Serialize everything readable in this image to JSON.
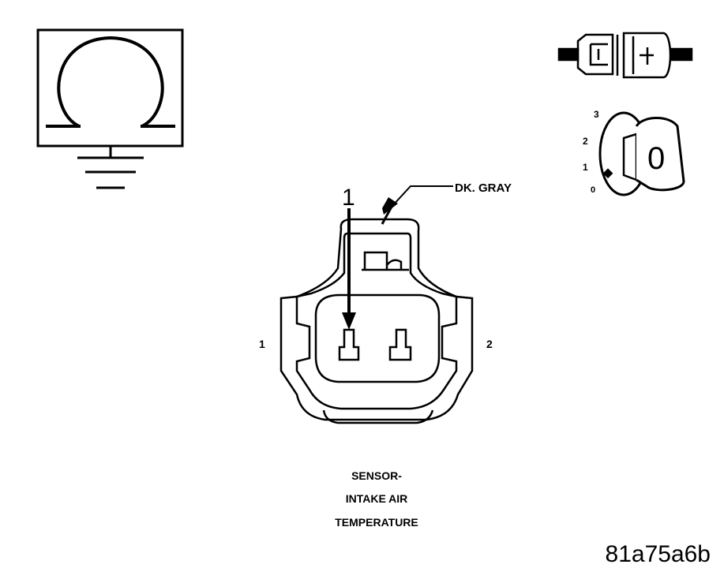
{
  "callout": {
    "arrow_number": "1",
    "wire_color": "DK. GRAY"
  },
  "connector": {
    "pin_left": "1",
    "pin_right": "2"
  },
  "caption": {
    "line1": "SENSOR-",
    "line2": "INTAKE AIR",
    "line3": "TEMPERATURE"
  },
  "figure_id": "81a75a6b",
  "ignition_key": {
    "positions": [
      "3",
      "2",
      "1",
      "0"
    ],
    "key_label": "0"
  },
  "icons": {
    "ohmmeter": "ohm-ground-icon",
    "disconnect": "connector-disconnect-icon",
    "ignition": "ignition-key-icon"
  }
}
